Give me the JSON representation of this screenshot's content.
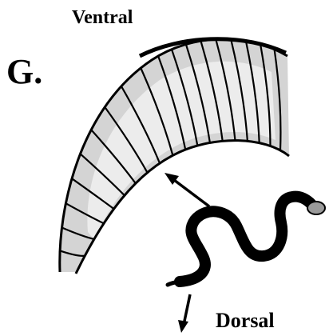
{
  "figure": {
    "panel_letter": "G.",
    "label_top": "Ventral",
    "label_bottom": "Dorsal"
  },
  "colors": {
    "ink": "#000000",
    "scale_shade": "#b8b8b8",
    "scale_highlight": "#e6e6e6",
    "head_gray": "#9a9a9a",
    "background": "#ffffff"
  }
}
